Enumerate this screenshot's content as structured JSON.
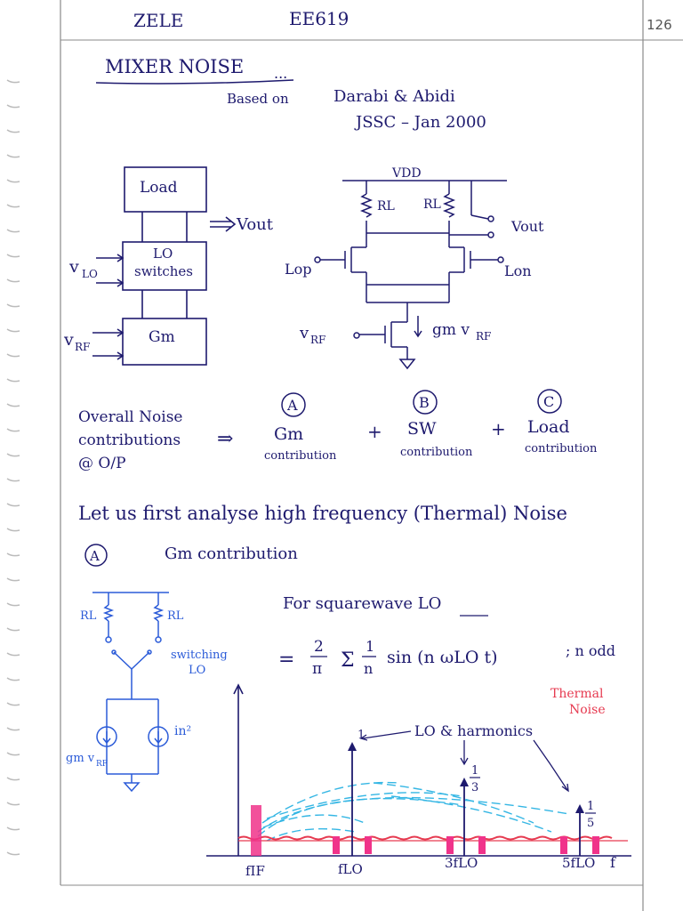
{
  "header": {
    "left": "ZELE",
    "center": "EE619",
    "page_number": "126"
  },
  "title": "MIXER NOISE",
  "title_ellipsis": "...",
  "reference": {
    "line1": "Based on",
    "authors": "Darabi & Abidi",
    "journal": "JSSC – Jan 2000"
  },
  "block_diagram": {
    "load": "Load",
    "lo_line1": "LO",
    "lo_line2": "switches",
    "gm": "Gm",
    "vout": "Vout",
    "vlo": "v",
    "vlo_sub": "LO",
    "vrf": "v",
    "vrf_sub": "RF"
  },
  "schematic": {
    "vdd": "VDD",
    "rl1": "RL",
    "rl2": "RL",
    "vout": "Vout",
    "lop": "Lop",
    "lon": "Lon",
    "vrf": "v",
    "vrf_sub": "RF",
    "gm_vrf": "gm v",
    "gm_vrf_sub": "RF"
  },
  "noise_contrib": {
    "left_line1": "Overall Noise",
    "left_line2": "contributions",
    "left_line3": "@ O/P",
    "implies": "⇒",
    "a": "A",
    "b": "B",
    "c": "C",
    "a_top": "Gm",
    "a_bottom": "contribution",
    "b_top": "SW",
    "b_bottom": "contribution",
    "c_top": "Load",
    "c_bottom": "contribution",
    "plus": "+"
  },
  "thermal_line": "Let us first analyse high frequency (Thermal) Noise",
  "section_a_label": "A",
  "section_a_text": "Gm contribution",
  "gm_schematic": {
    "rl1": "RL",
    "rl2": "RL",
    "switching": "switching",
    "lo": "LO",
    "gmvrf": "gm v",
    "gmvrf_sub": "RF",
    "in2": "in²"
  },
  "squarewave": {
    "heading": "For squarewave LO",
    "equals": "=",
    "two": "2",
    "pi": "π",
    "sigma": "Σ",
    "one": "1",
    "n": "n",
    "sin": "sin (n ωLO t)",
    "n_odd": "; n odd"
  },
  "spectrum": {
    "thermal_line1": "Thermal",
    "thermal_line2": "Noise",
    "lo_harmonics": "LO & harmonics",
    "h1": "1",
    "h3_num": "1",
    "h3_den": "3",
    "h5_num": "1",
    "h5_den": "5",
    "x_fif": "fIF",
    "x_flo": "fLO",
    "x_3flo": "3fLO",
    "x_5flo": "5fLO",
    "x_f": "f"
  },
  "colors": {
    "ink": "#1e1a6e",
    "blue_ink": "#2b5bd8",
    "red_ink": "#e63a50",
    "magenta": "#f0338a",
    "cyan": "#34b6e4"
  }
}
